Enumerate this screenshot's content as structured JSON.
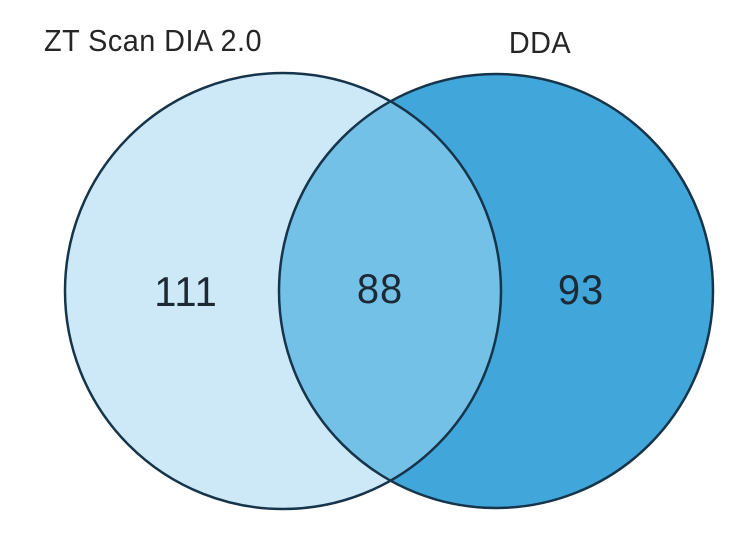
{
  "diagram": {
    "kind": "venn",
    "left_set_label": "ZT Scan DIA 2.0",
    "right_set_label": "DDA",
    "left_only_count": "111",
    "overlap_count": "88",
    "right_only_count": "93"
  },
  "colors": {
    "left_fill": "#cde9f7",
    "overlap_fill": "#74c1e7",
    "right_fill": "#41a6d9",
    "outline": "#16344a",
    "label_text": "#262626",
    "count_text": "#1d2a35"
  },
  "chart_data": {
    "type": "venn",
    "sets": [
      {
        "label": "ZT Scan DIA 2.0",
        "unique_count": 111
      },
      {
        "label": "DDA",
        "unique_count": 93
      }
    ],
    "overlap": {
      "sets": [
        "ZT Scan DIA 2.0",
        "DDA"
      ],
      "count": 88
    },
    "legend_position": "labels-above-circles",
    "background": "#ffffff"
  }
}
